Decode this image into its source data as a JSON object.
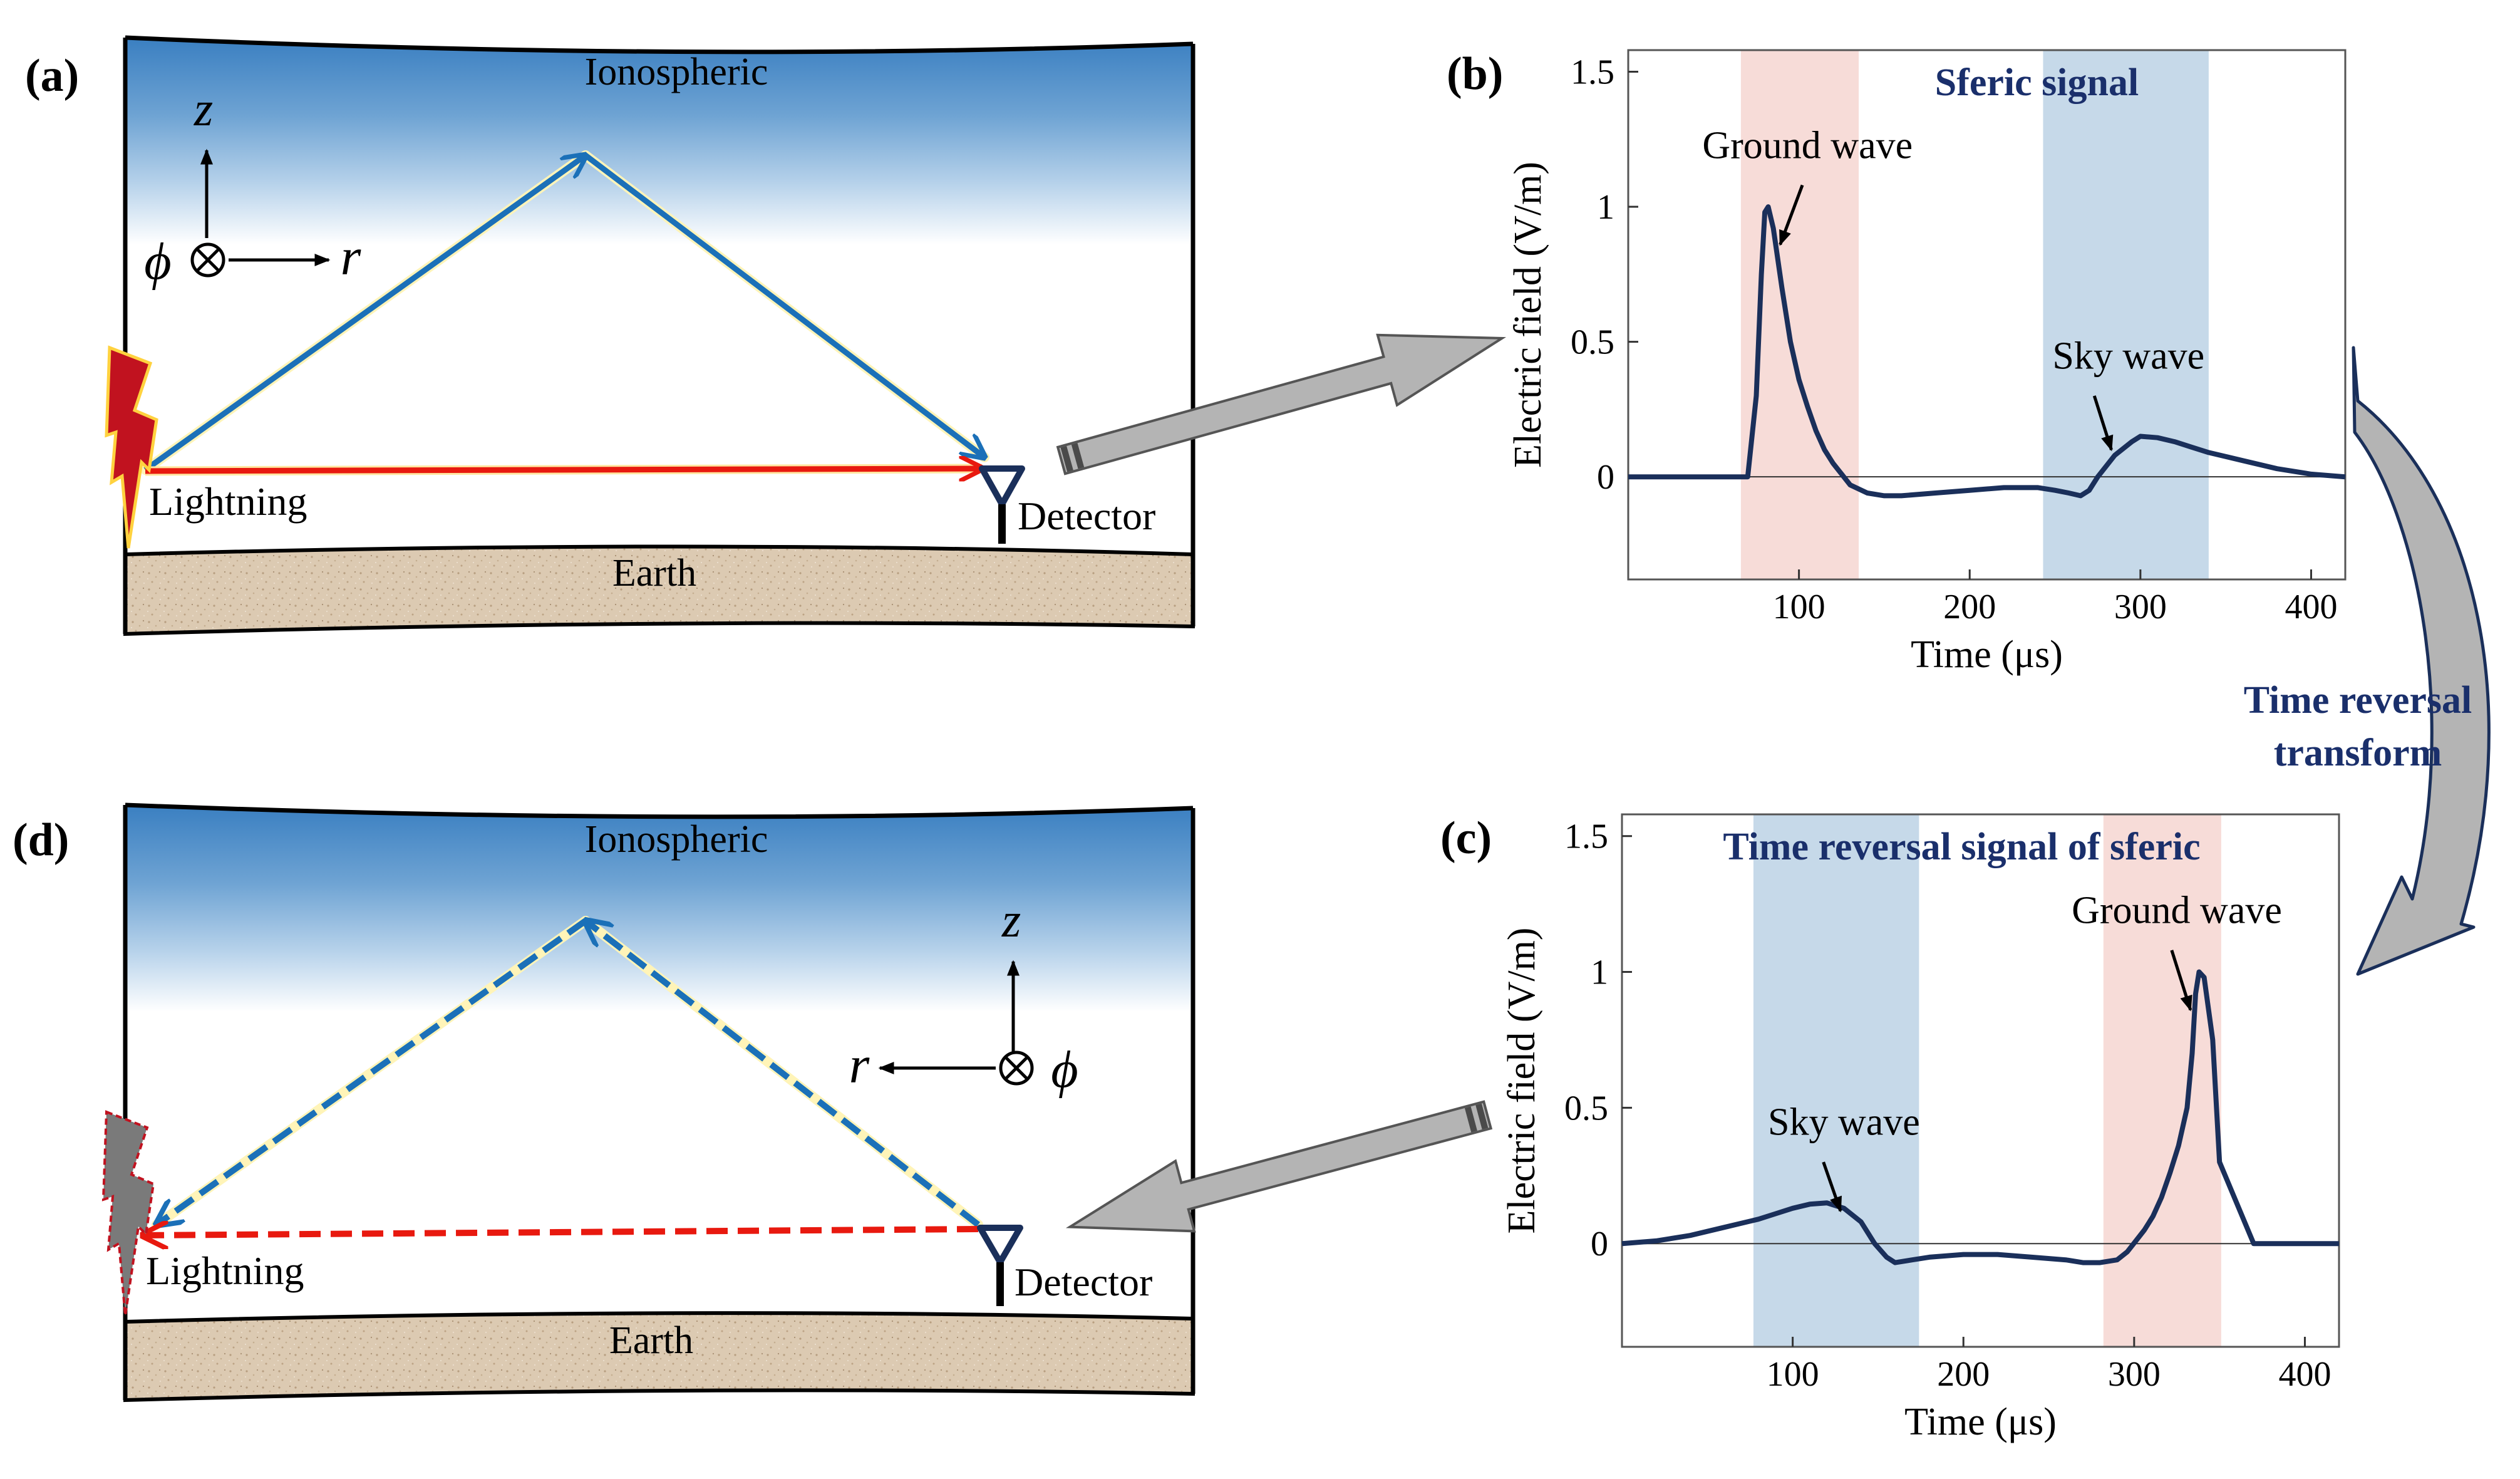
{
  "figure": {
    "panel_a": {
      "label": "(a)",
      "ionosphere": "Ionospheric",
      "earth": "Earth",
      "lightning": "Lightning",
      "detector": "Detector",
      "axis_z": "z",
      "axis_r": "r",
      "axis_phi": "ϕ"
    },
    "panel_d": {
      "label": "(d)",
      "ionosphere": "Ionospheric",
      "earth": "Earth",
      "lightning": "Lightning",
      "detector": "Detector",
      "axis_z": "z",
      "axis_r": "r",
      "axis_phi": "ϕ"
    },
    "transform": {
      "line1": "Time reversal",
      "line2": "transform"
    },
    "colors": {
      "sky_top": "#3a7fc1",
      "sky_mid": "#b5d1ea",
      "earth": "#d9c8b0",
      "sky_ray": "#1b70b8",
      "ground_ray": "#e8190f",
      "signal": "#1a2f5a",
      "ground_band": "#f2c9c3",
      "sky_band": "#a7c4dd",
      "arrow_fill": "#b4b4b4",
      "title": "#1a2f6b",
      "lightning": "#c1121f"
    }
  },
  "chart_data": [
    {
      "panel_label": "(b)",
      "type": "line",
      "title": "Sferic signal",
      "xlabel": "Time (μs)",
      "ylabel": "Electric field (V/m)",
      "xlim": [
        0,
        420
      ],
      "ylim": [
        -0.38,
        1.58
      ],
      "xticks": [
        100,
        200,
        300,
        400
      ],
      "yticks": [
        0,
        0.5,
        1,
        1.5
      ],
      "xtick_labels": [
        "100",
        "200",
        "300",
        "400"
      ],
      "ytick_labels": [
        "0",
        "0.5",
        "1",
        "1.5"
      ],
      "bands": [
        {
          "kind": "ground",
          "from": 66,
          "to": 135
        },
        {
          "kind": "sky",
          "from": 243,
          "to": 340
        }
      ],
      "annotations": [
        {
          "text": "Ground wave",
          "x": 105,
          "y": 1.18,
          "arrow_from": [
            102,
            1.08
          ],
          "arrow_to": [
            89,
            0.86
          ]
        },
        {
          "text": "Sky wave",
          "x": 293,
          "y": 0.4,
          "arrow_from": [
            273,
            0.3
          ],
          "arrow_to": [
            283,
            0.1
          ]
        }
      ],
      "x": [
        0,
        50,
        70,
        75,
        78,
        80,
        82,
        85,
        90,
        95,
        100,
        105,
        110,
        115,
        120,
        125,
        130,
        140,
        150,
        160,
        180,
        200,
        220,
        240,
        250,
        258,
        265,
        270,
        275,
        285,
        295,
        300,
        310,
        320,
        330,
        340,
        360,
        380,
        400,
        420
      ],
      "values": [
        0,
        0,
        0,
        0.3,
        0.75,
        0.98,
        1.0,
        0.92,
        0.7,
        0.5,
        0.36,
        0.26,
        0.17,
        0.1,
        0.05,
        0.01,
        -0.03,
        -0.06,
        -0.07,
        -0.07,
        -0.06,
        -0.05,
        -0.04,
        -0.04,
        -0.05,
        -0.06,
        -0.07,
        -0.05,
        0.0,
        0.08,
        0.13,
        0.15,
        0.145,
        0.13,
        0.11,
        0.09,
        0.06,
        0.03,
        0.01,
        0.0
      ]
    },
    {
      "panel_label": "(c)",
      "type": "line",
      "title": "Time reversal signal of sferic",
      "xlabel": "Time (μs)",
      "ylabel": "Electric field (V/m)",
      "xlim": [
        0,
        420
      ],
      "ylim": [
        -0.38,
        1.58
      ],
      "xticks": [
        100,
        200,
        300,
        400
      ],
      "yticks": [
        0,
        0.5,
        1,
        1.5
      ],
      "xtick_labels": [
        "100",
        "200",
        "300",
        "400"
      ],
      "ytick_labels": [
        "0",
        "0.5",
        "1",
        "1.5"
      ],
      "bands": [
        {
          "kind": "sky",
          "from": 77,
          "to": 174
        },
        {
          "kind": "ground",
          "from": 282,
          "to": 351
        }
      ],
      "annotations": [
        {
          "text": "Sky wave",
          "x": 130,
          "y": 0.4,
          "arrow_from": [
            118,
            0.3
          ],
          "arrow_to": [
            128,
            0.12
          ]
        },
        {
          "text": "Ground wave",
          "x": 325,
          "y": 1.18,
          "arrow_from": [
            322,
            1.08
          ],
          "arrow_to": [
            333,
            0.86
          ]
        }
      ],
      "x": [
        0,
        20,
        40,
        60,
        80,
        90,
        100,
        110,
        120,
        130,
        140,
        148,
        155,
        160,
        170,
        180,
        200,
        220,
        240,
        260,
        270,
        280,
        290,
        296,
        301,
        306,
        311,
        316,
        321,
        326,
        331,
        334,
        336,
        338,
        341,
        346,
        350,
        370,
        400,
        420
      ],
      "values": [
        0.0,
        0.01,
        0.03,
        0.06,
        0.09,
        0.11,
        0.13,
        0.145,
        0.15,
        0.13,
        0.08,
        0.0,
        -0.05,
        -0.07,
        -0.06,
        -0.05,
        -0.04,
        -0.04,
        -0.05,
        -0.06,
        -0.07,
        -0.07,
        -0.06,
        -0.03,
        0.01,
        0.05,
        0.1,
        0.17,
        0.26,
        0.36,
        0.5,
        0.7,
        0.92,
        1.0,
        0.98,
        0.75,
        0.3,
        0.0,
        0.0,
        0.0
      ]
    }
  ]
}
